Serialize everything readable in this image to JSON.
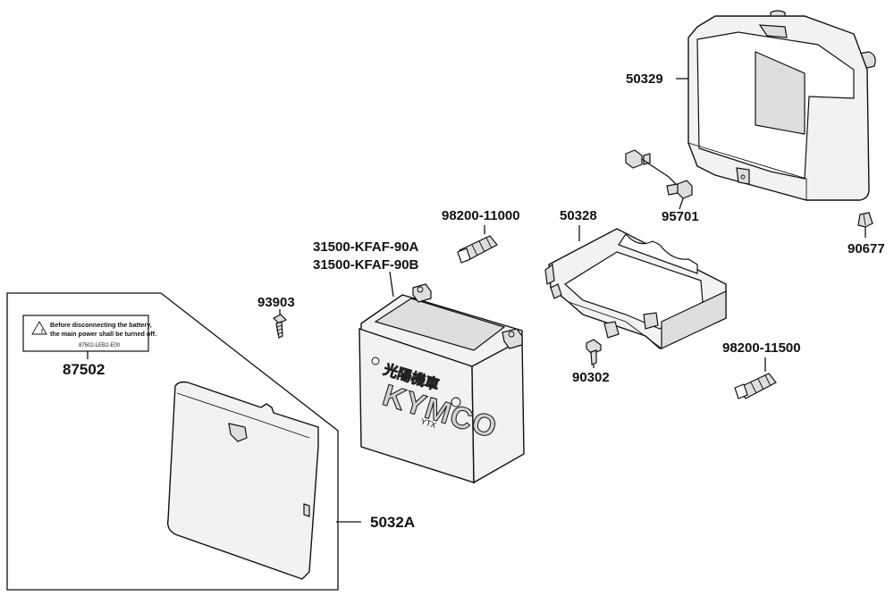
{
  "labels": {
    "cover_box": "50329",
    "bolt_wire": "95701",
    "clip": "90677",
    "fuse_a": "98200-11000",
    "battery_holder": "50328",
    "battery_a": "31500-KFAF-90A",
    "battery_b": "31500-KFAF-90B",
    "screw_a": "93903",
    "warning_label": "87502",
    "bolt_b": "90302",
    "fuse_b": "98200-11500",
    "side_cover": "5032A"
  },
  "battery": {
    "brand": "KYMCO",
    "kanji": "光陽機車",
    "model": "YTX"
  },
  "warning_decal": {
    "line1": "Before disconnecting the battery,",
    "line2": "the main power shall be turned off.",
    "code": "87502-LEB2-E00"
  }
}
